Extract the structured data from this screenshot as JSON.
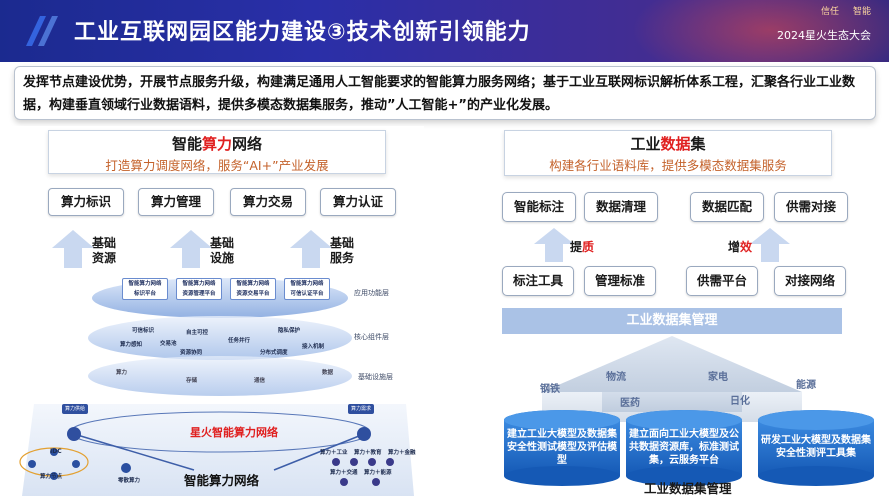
{
  "header": {
    "title": "工业互联网园区能力建设③技术创新引领能力",
    "brand_tag_1": "信任",
    "brand_tag_2": "智能",
    "event_name": "2024星火生态大会"
  },
  "intro": {
    "text": "发挥节点建设优势，开展节点服务升级，构建满足通用人工智能要求的智能算力服务网络；基于工业互联网标识解析体系工程，汇聚各行业工业数据，构建垂直领域行业数据语料，提供多模态数据集服务，推动”人工智能+”的产业化发展。"
  },
  "left": {
    "title_part1": "智能",
    "title_red": "算力",
    "title_part2": "网络",
    "subtitle": "打造算力调度网络，服务“AI+”产业发展",
    "buttons": [
      "算力标识",
      "算力管理",
      "算力交易",
      "算力认证"
    ],
    "arrows": [
      {
        "line1": "基础",
        "line2": "资源"
      },
      {
        "line1": "基础",
        "line2": "设施"
      },
      {
        "line1": "基础",
        "line2": "服务"
      }
    ],
    "layer_labels": [
      "应用功能层",
      "核心组件层",
      "基础设施层"
    ],
    "platforms": [
      {
        "l1": "智能算力网络",
        "l2": "标识平台"
      },
      {
        "l1": "智能算力网络",
        "l2": "资源管理平台"
      },
      {
        "l1": "智能算力网络",
        "l2": "资源交易平台"
      },
      {
        "l1": "智能算力网络",
        "l2": "可信认证平台"
      }
    ],
    "core_items": [
      "可信标识",
      "自主可控",
      "隐私保护",
      "算力感知",
      "交易池",
      "任务并行",
      "接入机制",
      "资源协同",
      "分布式调度"
    ],
    "infra_items": [
      "算力",
      "存储",
      "通信",
      "数据"
    ],
    "supply_label": "算力供给",
    "demand_label": "算力需求",
    "fire_network_label": "星火智能算力网络",
    "idc_label": "IDC",
    "node_label": "算力节点",
    "zero_label": "零散算力",
    "demand_items": [
      "算力＋工业",
      "算力＋教育",
      "算力＋金融",
      "算力＋交通",
      "算力＋能源"
    ],
    "caption": "智能算力网络"
  },
  "right": {
    "title_part1": "工业",
    "title_red": "数据",
    "title_part2": "集",
    "subtitle": "构建各行业语料库，提供多模态数据集服务",
    "top_buttons": [
      "智能标注",
      "数据清理",
      "数据匹配",
      "供需对接"
    ],
    "quality_label_1": "提",
    "quality_label_2": "质",
    "efficiency_label_1": "增",
    "efficiency_label_2": "效",
    "mid_buttons": [
      "标注工具",
      "管理标准",
      "供需平台",
      "对接网络"
    ],
    "manage_bar": "工业数据集管理",
    "domain_words": [
      "钢铁",
      "物流",
      "家电",
      "能源",
      "医药",
      "日化"
    ],
    "cylinders": [
      "建立工业大模型及数据集安全性测试模型及评估模型",
      "建立面向工业大模型及公共数据资源库，标准测试集，云服务平台",
      "研发工业大模型及数据集安全性测评工具集"
    ],
    "caption": "工业数据集管理"
  },
  "colors": {
    "header_bg": "#2a2fa8",
    "accent_red": "#e02020",
    "subtitle_orange": "#c4622b",
    "cylinder_blue": "#1f6fc9",
    "manage_bar": "#aac2e6"
  }
}
